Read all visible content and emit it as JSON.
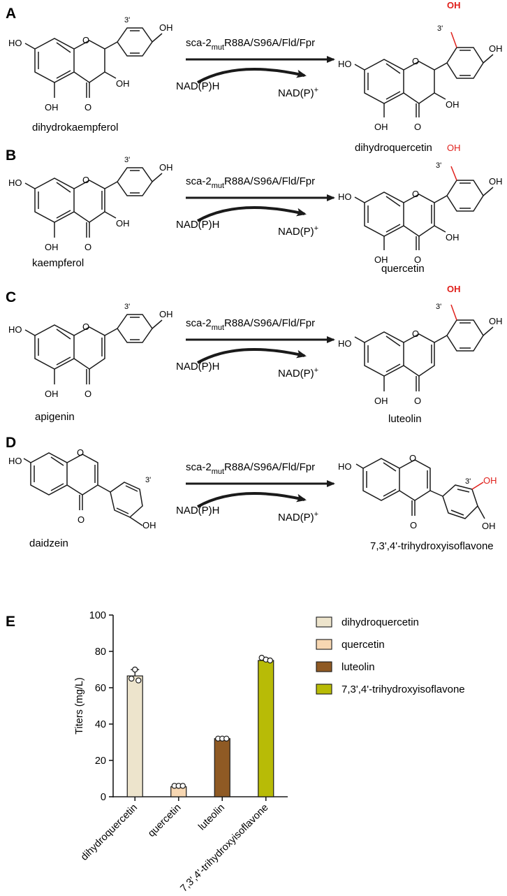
{
  "panels": {
    "A": {
      "letter": "A",
      "substrate": "dihydrokaempferol",
      "product": "dihydroquercetin"
    },
    "B": {
      "letter": "B",
      "substrate": "kaempferol",
      "product": "quercetin"
    },
    "C": {
      "letter": "C",
      "substrate": "apigenin",
      "product": "luteolin"
    },
    "D": {
      "letter": "D",
      "substrate": "daidzein",
      "product": "7,3',4'-trihydroxyisoflavone"
    },
    "E": {
      "letter": "E"
    }
  },
  "reaction": {
    "enzyme_prefix": "sca-2",
    "enzyme_sub": "mut",
    "enzyme_suffix": "R88A/S96A/Fld/Fpr",
    "cofactor_in": "NAD(P)H",
    "cofactor_out": "NAD(P)",
    "cofactor_out_sup": "+"
  },
  "atoms": {
    "oh": "OH",
    "ho": "HO",
    "o": "O",
    "prime": "3'"
  },
  "colors": {
    "hydroxyl_highlight": "#e0201b",
    "ink": "#1a1a1a"
  },
  "chart_data": {
    "type": "bar",
    "ylabel": "Titers (mg/L)",
    "ylim": [
      0,
      100
    ],
    "yticks": [
      0,
      20,
      40,
      60,
      80,
      100
    ],
    "categories": [
      "dihydroquercetin",
      "quercetin",
      "luteolin",
      "7,3',4'-trihydroxyisoflavone"
    ],
    "values": [
      66.5,
      5.5,
      32,
      75
    ],
    "errors": [
      3.5,
      0.4,
      0.5,
      1.2
    ],
    "points": [
      [
        70,
        65,
        64
      ],
      [
        6,
        6,
        6
      ],
      [
        32,
        32,
        32
      ],
      [
        76.5,
        75.5,
        75
      ]
    ],
    "colors": [
      "#ede4cc",
      "#f7d7b2",
      "#8f5a24",
      "#b8bb06"
    ],
    "legend": {
      "position": "right",
      "entries": [
        "dihydroquercetin",
        "quercetin",
        "luteolin",
        "7,3',4'-trihydroxyisoflavone"
      ]
    }
  }
}
